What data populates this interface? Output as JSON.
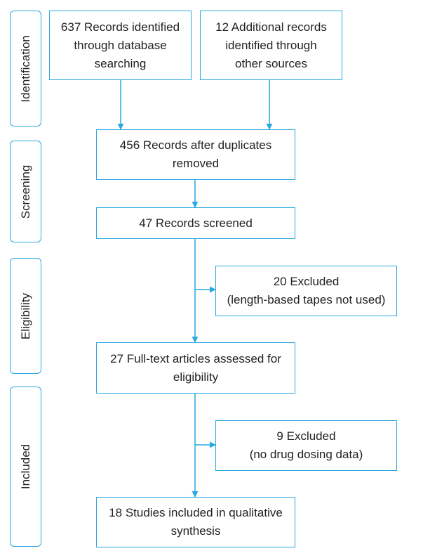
{
  "phases": {
    "identification": "Identification",
    "screening": "Screening",
    "eligibility": "Eligibility",
    "included": "Included"
  },
  "boxes": {
    "records_identified": [
      "637 Records identified",
      "through database",
      "searching"
    ],
    "additional_records": [
      "12 Additional records",
      "identified through",
      "other sources"
    ],
    "after_duplicates": [
      "456 Records after duplicates",
      "removed"
    ],
    "screened": [
      "47 Records screened"
    ],
    "excluded_1": [
      "20 Excluded",
      "(length-based tapes not used)"
    ],
    "full_text": [
      "27 Full-text articles assessed for",
      "eligibility"
    ],
    "excluded_2": [
      "9 Excluded",
      "(no drug dosing data)"
    ],
    "included_studies": [
      "18 Studies included in qualitative",
      "synthesis"
    ]
  },
  "colors": {
    "accent": "#29a8e0",
    "text": "#231f20"
  }
}
